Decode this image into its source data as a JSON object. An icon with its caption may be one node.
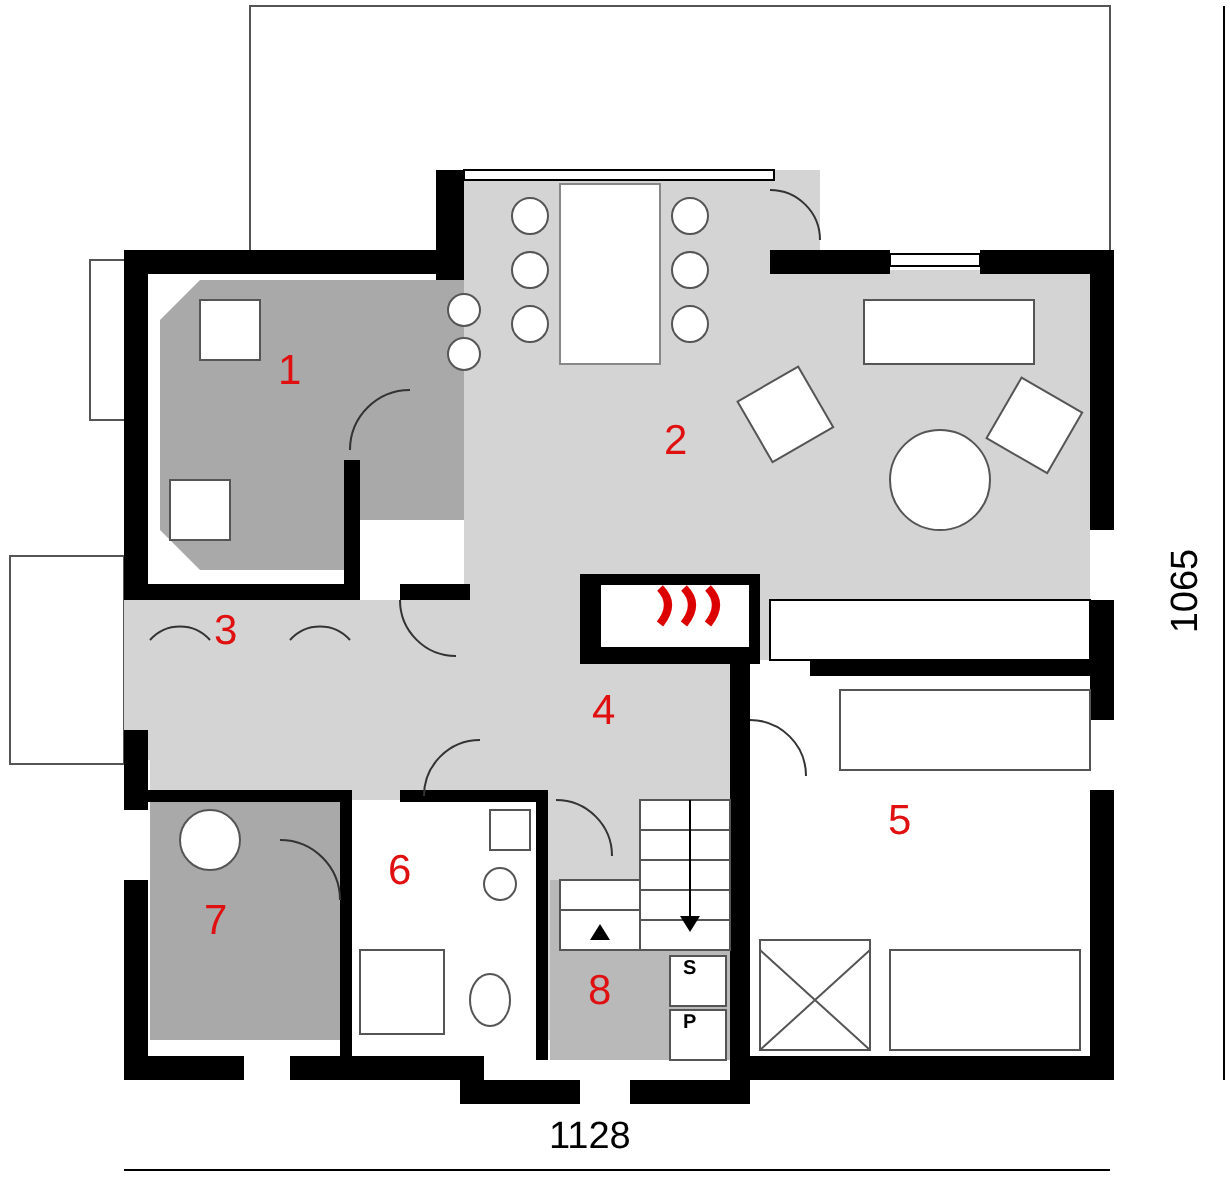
{
  "diagram": {
    "labels": [
      "1",
      "2",
      "3",
      "4",
      "5",
      "6",
      "7",
      "8",
      "S",
      "P",
      "1065",
      "1128"
    ]
  }
}
